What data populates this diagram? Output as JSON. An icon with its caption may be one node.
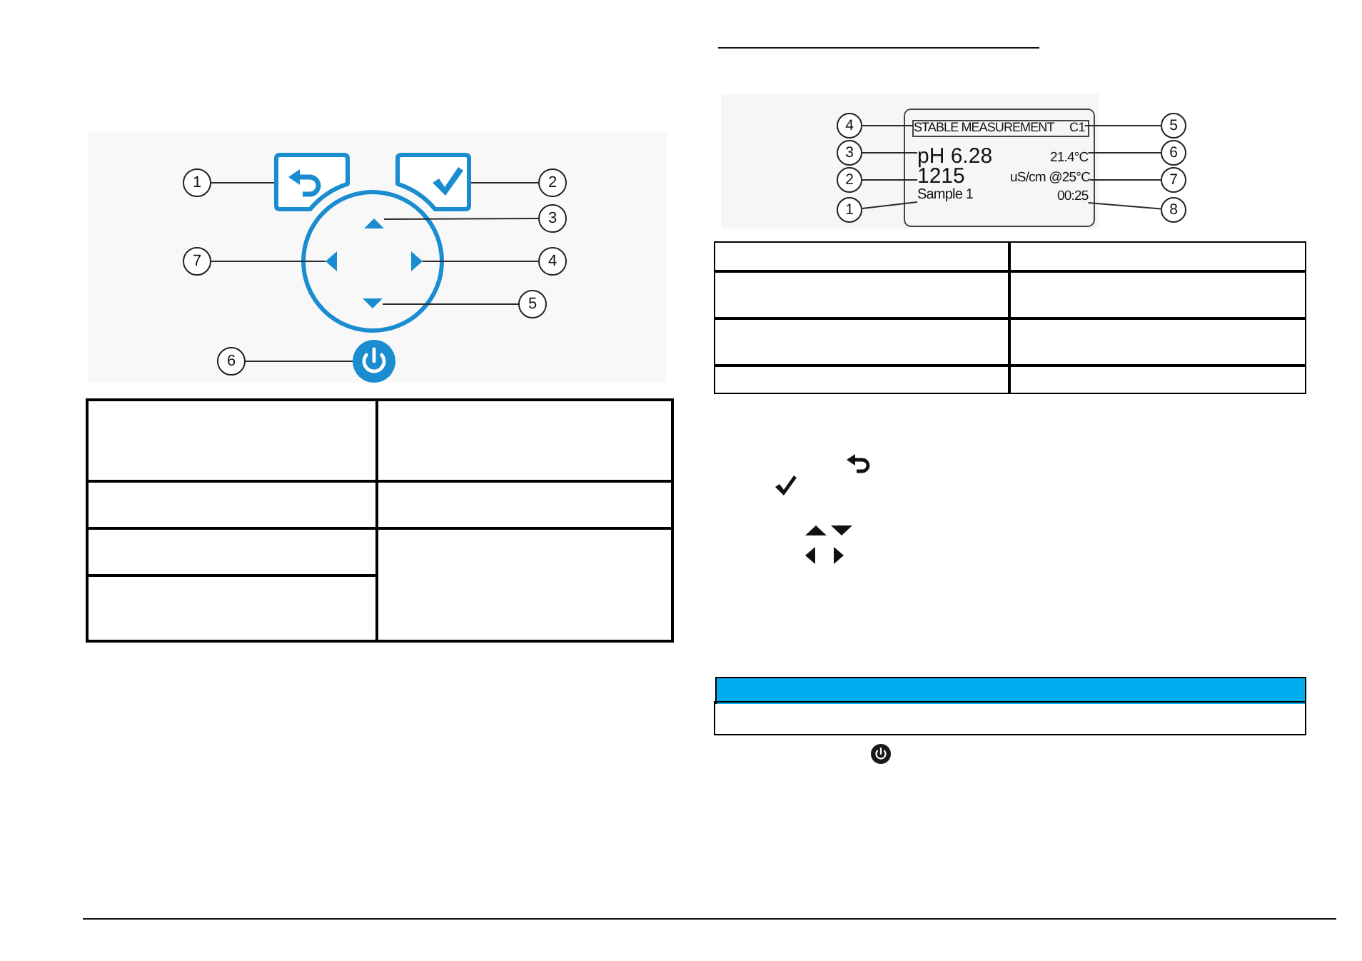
{
  "diagram": {
    "nodes": [
      {
        "text": [
          "1"
        ]
      },
      {
        "text": [],
        "shape": "box"
      },
      {
        "text": [],
        "shape": "box"
      },
      {
        "text": [
          "2"
        ]
      },
      {
        "text": [],
        "shape": "circle"
      },
      {
        "text": [],
        "shape": "triangle",
        "in": 4
      },
      {
        "text": [
          "3"
        ]
      },
      {
        "text": [
          "7"
        ]
      },
      {
        "text": [],
        "shape": "triangle",
        "in": 4
      },
      {
        "text": [],
        "shape": "triangle",
        "in": 4
      },
      {
        "text": [
          "4"
        ]
      },
      {
        "text": [],
        "shape": "triangle",
        "in": 4
      },
      {
        "text": [
          "5"
        ]
      },
      {
        "text": [
          "6"
        ]
      },
      {
        "text": [],
        "shape": "circle"
      },
      {
        "text": [
          "4"
        ]
      },
      {
        "text": [],
        "shape": "box"
      },
      {
        "text": [],
        "shape": "box",
        "in": 16
      },
      {
        "text": [
          "STABLE MEASUREMENT"
        ],
        "in": 17
      },
      {
        "text": [
          "C1"
        ],
        "in": 17
      },
      {
        "text": [
          "5"
        ]
      },
      {
        "text": [
          "3"
        ]
      },
      {
        "text": [
          "pH 6.28"
        ],
        "in": 16
      },
      {
        "text": [
          "21.4°C"
        ],
        "in": 16
      },
      {
        "text": [
          "6"
        ]
      },
      {
        "text": [
          "2"
        ]
      },
      {
        "text": [
          "1215"
        ],
        "in": 16
      },
      {
        "text": [
          "uS/cm @25°C"
        ],
        "in": 16
      },
      {
        "text": [
          "7"
        ]
      },
      {
        "text": [
          "1"
        ]
      },
      {
        "text": [
          "Sample 1"
        ],
        "in": 16
      },
      {
        "text": [
          "00:25"
        ],
        "in": 16
      },
      {
        "text": [
          "8"
        ]
      }
    ],
    "edges": [
      {
        "from": 0,
        "to": 1,
        "arrow": "none"
      },
      {
        "from": 3,
        "to": 2,
        "arrow": "none"
      },
      {
        "from": 6,
        "to": 5,
        "arrow": "none"
      },
      {
        "from": 7,
        "to": 8,
        "arrow": "none"
      },
      {
        "from": 10,
        "to": 9,
        "arrow": "none"
      },
      {
        "from": 12,
        "to": 11,
        "arrow": "none"
      },
      {
        "from": 13,
        "to": 14,
        "arrow": "none"
      },
      {
        "from": 15,
        "to": 18,
        "arrow": "none"
      },
      {
        "from": 20,
        "to": 19,
        "arrow": "none"
      },
      {
        "from": 21,
        "to": 22,
        "arrow": "none"
      },
      {
        "from": 24,
        "to": 23,
        "arrow": "none"
      },
      {
        "from": 25,
        "to": 26,
        "arrow": "none"
      },
      {
        "from": 28,
        "to": 27,
        "arrow": "none"
      },
      {
        "from": 29,
        "to": 30,
        "arrow": "none"
      },
      {
        "from": 32,
        "to": 31,
        "arrow": "none"
      }
    ]
  }
}
